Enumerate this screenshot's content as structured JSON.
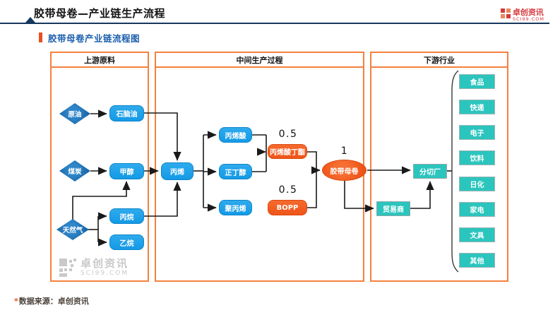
{
  "header": {
    "title": "胶带母卷—产业链生产流程",
    "logo_name": "卓创资讯",
    "logo_domain": "SCI99.COM"
  },
  "section_title": "胶带母卷产业链流程图",
  "columns": {
    "upstream": "上游原料",
    "middle": "中间生产过程",
    "downstream": "下游行业"
  },
  "nodes": {
    "crude_oil": "原油",
    "naphtha": "石脑油",
    "coal": "煤炭",
    "methanol": "甲醇",
    "natural_gas": "天然气",
    "propane": "丙烷",
    "ethane": "乙烷",
    "propylene": "丙烯",
    "acrylic_acid": "丙烯酸",
    "n_butanol": "正丁醇",
    "polypropylene": "聚丙烯",
    "butyl_acrylate": "丙烯酸丁酯",
    "bopp": "BOPP",
    "tape_mother_roll": "胶带母卷",
    "slitting_factory": "分切厂",
    "trader": "贸易商"
  },
  "ratios": {
    "butyl_acrylate": "0.5",
    "bopp": "0.5",
    "tape_mother_roll": "1"
  },
  "industries": {
    "food": "食品",
    "express": "快递",
    "electronics": "电子",
    "beverage": "饮料",
    "daily_chemical": "日化",
    "home_appliance": "家电",
    "stationery": "文具",
    "other": "其他"
  },
  "watermark": {
    "name": "卓创资讯",
    "domain": "SCI99.COM"
  },
  "footnote": {
    "mark": "*",
    "text": "数据来源：卓创资讯"
  },
  "colors": {
    "accent_orange": "#F15A22",
    "box_blue": "#189BE8",
    "diamond_blue": "#1B75BC",
    "teal": "#2BC5BE",
    "frame_orange": "#F5813E",
    "title_blue": "#1B5EAC",
    "navy_line": "#17375E",
    "logo_red": "#D6393C"
  }
}
